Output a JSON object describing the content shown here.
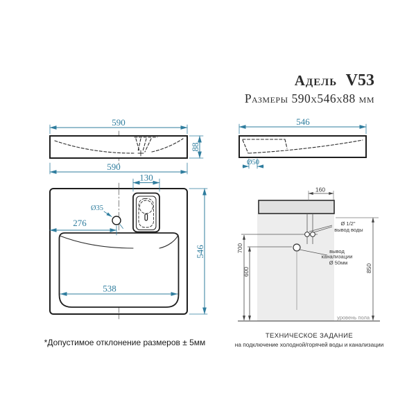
{
  "header": {
    "model": "Адель",
    "code": "V53",
    "subtitle": "Размеры 590х546х88 мм"
  },
  "colors": {
    "dimension_accent": "#2f7d9e",
    "drawing_line": "#1e1e1e",
    "install_line": "#555555",
    "sink_fill": "#e0e0e0",
    "wall_fill": "#ededed"
  },
  "front_view": {
    "width": "590",
    "height": "88"
  },
  "side_view": {
    "depth": "546",
    "drain_diameter": "Ø50"
  },
  "top_view": {
    "width": "590",
    "platform_width": "130",
    "faucet_hole": "Ø35",
    "faucet_offset": "276",
    "basin_width": "538",
    "depth": "546"
  },
  "install": {
    "offset_right": "160",
    "water_height": "700",
    "drain_height": "600",
    "rim_height": "850",
    "water_label_line1": "Ø 1/2\"",
    "water_label_line2": "вывод воды",
    "drain_label_line1": "вывод",
    "drain_label_line2": "канализации",
    "drain_label_line3": "Ø 50мм",
    "floor_label": "уровень пола"
  },
  "notes": {
    "tolerance": "*Допустимое отклонение размеров ± 5мм",
    "spec_title": "ТЕХНИЧЕСКОЕ ЗАДАНИЕ",
    "spec_subtitle": "на подключение холодной/горячей воды и канализации"
  }
}
